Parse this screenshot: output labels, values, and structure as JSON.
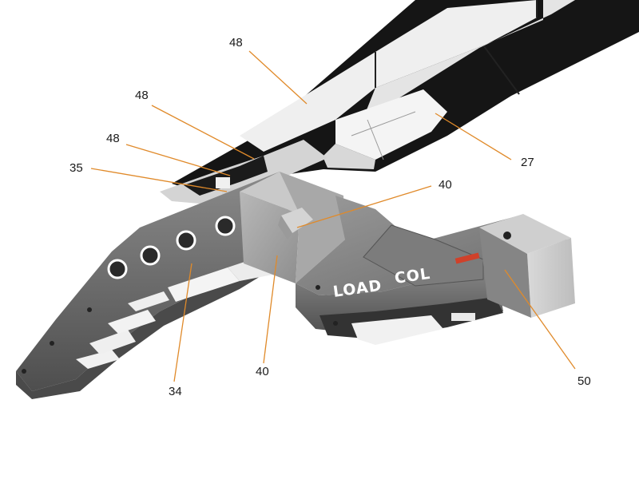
{
  "diagram": {
    "callouts": [
      {
        "id": "upper-48",
        "label": "48"
      },
      {
        "id": "mid-48",
        "label": "48"
      },
      {
        "id": "low-48",
        "label": "48"
      },
      {
        "id": "c35",
        "label": "35"
      },
      {
        "id": "c27",
        "label": "27"
      },
      {
        "id": "c40-top",
        "label": "40"
      },
      {
        "id": "c40-bottom",
        "label": "40"
      },
      {
        "id": "c34",
        "label": "34"
      },
      {
        "id": "c50",
        "label": "50"
      }
    ],
    "hull_lettering": {
      "left": "LOAD",
      "right": "COL"
    },
    "colors": {
      "leader": "#e08a2a",
      "hull_dark": "#555555",
      "hull_mid": "#7a7a7a",
      "frame_black": "#151515",
      "panel_white": "#f2f2f2",
      "accent_red": "#d0412a"
    }
  }
}
